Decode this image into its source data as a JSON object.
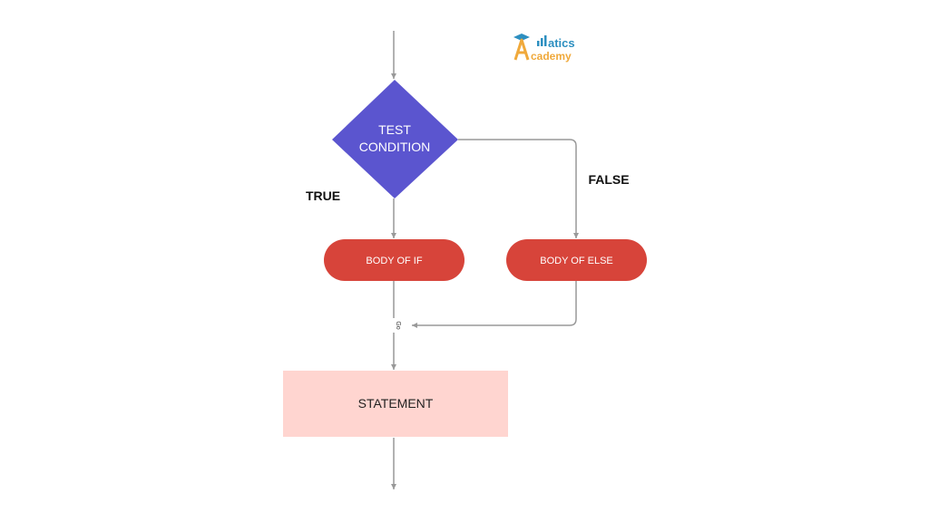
{
  "logo": {
    "line1": "atics",
    "line2": "cademy"
  },
  "diagram": {
    "condition": {
      "line1": "TEST",
      "line2": "CONDITION"
    },
    "true_label": "TRUE",
    "false_label": "FALSE",
    "body_if": "BODY OF IF",
    "body_else": "BODY OF ELSE",
    "merge_label": "Go",
    "statement": "STATEMENT"
  },
  "colors": {
    "background": "#ffffff",
    "decision": "#5b55cf",
    "body_block": "#d7443a",
    "statement_block": "#ffd5d0",
    "connector": "#999999",
    "logo_blue": "#2d8fc0",
    "logo_orange": "#f0a93b"
  }
}
